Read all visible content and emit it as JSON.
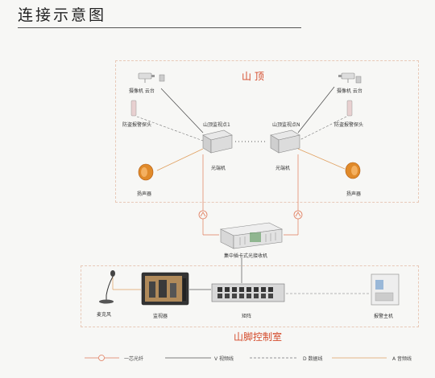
{
  "header": {
    "title": "连接示意图"
  },
  "regions": {
    "top": "山  顶",
    "bottom": "山脚控制室"
  },
  "devices": {
    "camera_left": "摄像机   云台",
    "camera_right": "摄像机   云台",
    "detector_left": "防盗报警探头",
    "detector_right": "防盗报警探头",
    "point_left": "山顶监视点1",
    "point_right": "山顶监视点N",
    "transceiver_left": "光端机",
    "transceiver_right": "光端机",
    "speaker_left": "扬声器",
    "speaker_right": "扬声器",
    "receiver": "集中插卡式光接收机",
    "mic": "麦克风",
    "monitor": "监视器",
    "matrix": "矩阵",
    "alarm_host": "报警主机"
  },
  "legend": {
    "fiber": "一芯光纤",
    "video": "V 视频线",
    "data": "D 数据线",
    "audio": "A 音频线"
  },
  "colors": {
    "accent": "#d44a2a",
    "fiber": "#e07a5a",
    "video": "#555555",
    "data": "#7a7a7a",
    "audio": "#e0a060"
  }
}
